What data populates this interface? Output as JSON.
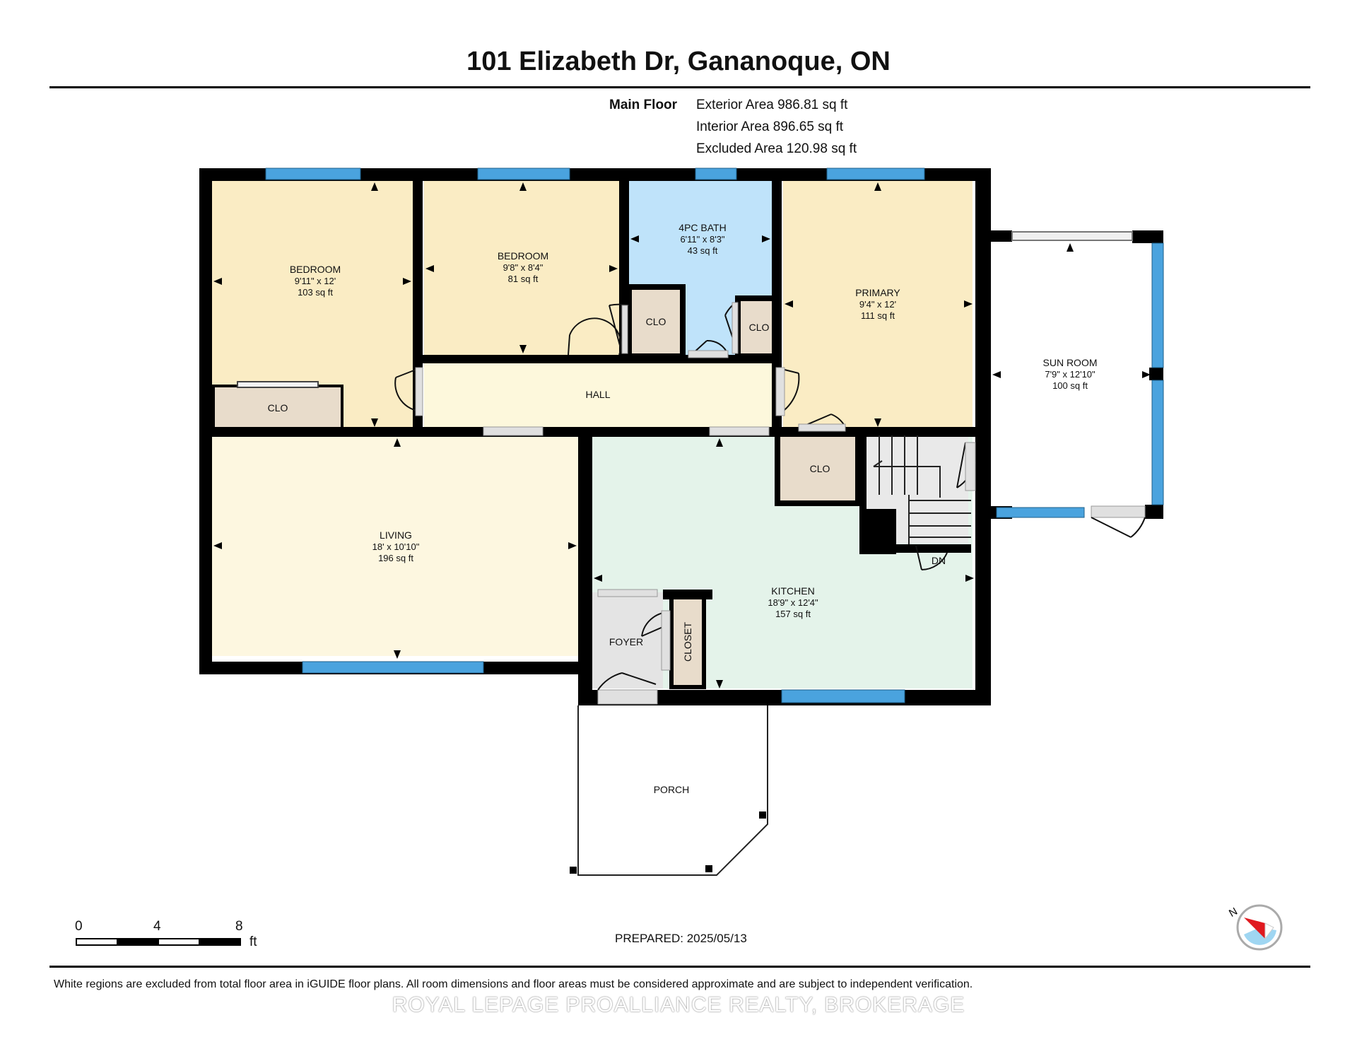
{
  "title": "101 Elizabeth Dr, Gananoque, ON",
  "area_summary": {
    "floor_label": "Main Floor",
    "exterior": "Exterior Area 986.81 sq ft",
    "interior": "Interior Area 896.65 sq ft",
    "excluded": "Excluded Area 120.98 sq ft"
  },
  "rooms": {
    "bedroom1": {
      "name": "BEDROOM",
      "dims": "9'11\" x 12'",
      "area": "103 sq ft"
    },
    "bedroom2": {
      "name": "BEDROOM",
      "dims": "9'8\" x 8'4\"",
      "area": "81 sq ft"
    },
    "bath": {
      "name": "4PC BATH",
      "dims": "6'11\" x 8'3\"",
      "area": "43 sq ft"
    },
    "primary": {
      "name": "PRIMARY",
      "dims": "9'4\" x 12'",
      "area": "111 sq ft"
    },
    "sunroom": {
      "name": "SUN ROOM",
      "dims": "7'9\" x 12'10\"",
      "area": "100 sq ft"
    },
    "living": {
      "name": "LIVING",
      "dims": "18' x 10'10\"",
      "area": "196 sq ft"
    },
    "kitchen": {
      "name": "KITCHEN",
      "dims": "18'9\" x 12'4\"",
      "area": "157 sq ft"
    },
    "hall": {
      "name": "HALL"
    },
    "foyer": {
      "name": "FOYER"
    },
    "closet": {
      "name": "CLOSET"
    },
    "porch": {
      "name": "PORCH"
    },
    "clo_label": "CLO",
    "stairs_label": "DN"
  },
  "scale_bar": {
    "ticks": [
      "0",
      "4",
      "8"
    ],
    "unit": "ft"
  },
  "compass": {
    "label": "N",
    "icon": "north-compass-icon"
  },
  "prepared": "PREPARED: 2025/05/13",
  "disclaimer": "White regions are excluded from total floor area in iGUIDE floor plans. All room dimensions and floor areas must be considered approximate and are subject to independent verification.",
  "watermark": "ROYAL LEPAGE PROALLIANCE REALTY, BROKERAGE",
  "colors": {
    "bedroom": "#faecc4",
    "bath": "#bfe3fa",
    "closet": "#e8dccb",
    "hall": "#fdf8dc",
    "living": "#fdf7e0",
    "kitchen": "#e4f3ea",
    "foyer": "#e4e4e4",
    "wall": "#000000",
    "window": "#4aa3de"
  }
}
